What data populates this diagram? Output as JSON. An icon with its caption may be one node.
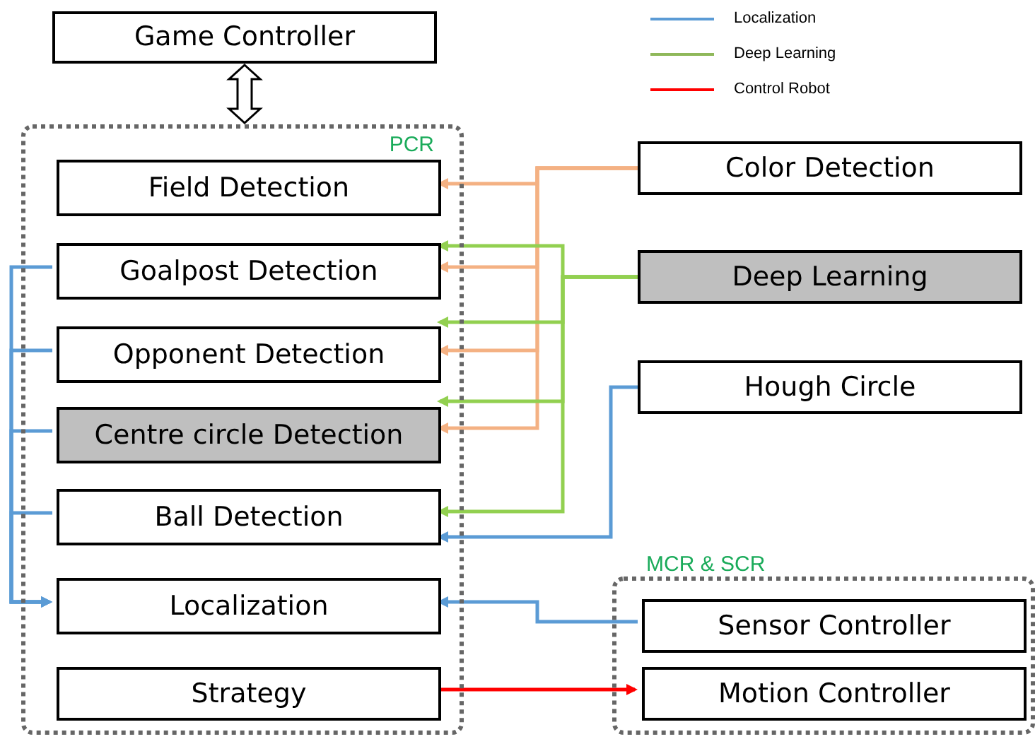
{
  "diagram": {
    "nodes": [
      {
        "text": [
          "Game Controller"
        ]
      },
      {
        "text": [
          "PCR"
        ]
      },
      {
        "text": [
          "Field Detection"
        ],
        "in": 1
      },
      {
        "text": [
          "Goalpost Detection"
        ],
        "in": 1
      },
      {
        "text": [
          "Opponent Detection"
        ],
        "in": 1
      },
      {
        "text": [
          "Centre circle Detection"
        ],
        "in": 1
      },
      {
        "text": [
          "Ball Detection"
        ],
        "in": 1
      },
      {
        "text": [
          "Localization"
        ],
        "in": 1
      },
      {
        "text": [
          "Strategy"
        ],
        "in": 1
      },
      {
        "text": [
          "Color Detection"
        ]
      },
      {
        "text": [
          "Deep Learning"
        ]
      },
      {
        "text": [
          "Hough Circle"
        ]
      },
      {
        "text": [
          "MCR & SCR"
        ]
      },
      {
        "text": [
          "Sensor Controller"
        ],
        "in": 12
      },
      {
        "text": [
          "Motion Controller"
        ],
        "in": 12
      }
    ],
    "edges": [
      {
        "from": 0,
        "to": 1,
        "arrow": "both",
        "style": "thick"
      },
      {
        "from": 9,
        "to": 2,
        "arrow": "to",
        "color": "#f4b183"
      },
      {
        "from": 9,
        "to": 3,
        "arrow": "to",
        "color": "#f4b183"
      },
      {
        "from": 9,
        "to": 4,
        "arrow": "to",
        "color": "#f4b183"
      },
      {
        "from": 9,
        "to": 5,
        "arrow": "to",
        "color": "#f4b183"
      },
      {
        "from": 10,
        "to": 3,
        "arrow": "to",
        "color": "#92d050"
      },
      {
        "from": 10,
        "to": 4,
        "arrow": "to",
        "color": "#92d050"
      },
      {
        "from": 10,
        "to": 5,
        "arrow": "to",
        "color": "#92d050"
      },
      {
        "from": 10,
        "to": 6,
        "arrow": "to",
        "color": "#92d050"
      },
      {
        "from": 11,
        "to": 6,
        "arrow": "to"
      },
      {
        "from": 3,
        "to": 7,
        "arrow": "to"
      },
      {
        "from": 4,
        "to": 7,
        "arrow": "to"
      },
      {
        "from": 5,
        "to": 7,
        "arrow": "to"
      },
      {
        "from": 6,
        "to": 7,
        "arrow": "to"
      },
      {
        "from": 13,
        "to": 7,
        "arrow": "to"
      },
      {
        "from": 8,
        "to": 14,
        "arrow": "to",
        "color": "#ff0000"
      }
    ],
    "legend": [
      {
        "text": "Localization"
      },
      {
        "text": "Deep Learning"
      },
      {
        "text": "Control Robot"
      }
    ]
  }
}
